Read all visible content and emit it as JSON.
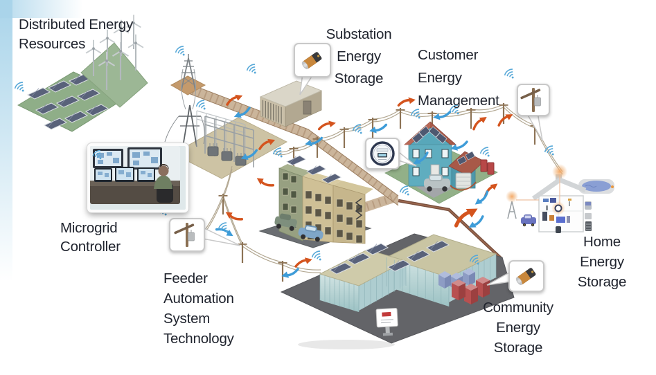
{
  "diagram": {
    "type": "smart-grid-microgrid-illustration",
    "labels": {
      "distributed_energy_resources": "Distributed Energy\nResources",
      "substation_energy_storage": "Substation\nEnergy\nStorage",
      "customer_energy_management": "Customer\nEnergy\nManagement",
      "microgrid_controller": "Microgrid\nController",
      "feeder_automation_system_technology": "Feeder\nAutomation\nSystem\nTechnology",
      "home_energy_storage": "Home\nEnergy\nStorage",
      "community_energy_storage": "Community\nEnergy\nStorage"
    },
    "callouts": {
      "substation_battery": {
        "icon": "battery-icon"
      },
      "smart_meter": {
        "icon": "smart-meter-icon"
      },
      "customer_pole": {
        "icon": "pole-transformer-icon"
      },
      "feeder_pole": {
        "icon": "pole-transformer-icon"
      },
      "community_battery": {
        "icon": "battery-icon"
      }
    },
    "colors": {
      "label_text": "#20242e",
      "power_flow_export_orange": "#d4541e",
      "power_flow_import_blue": "#3e9cd8",
      "wireless_signal_blue": "#56a8d8",
      "battery_orange": "#c8873c",
      "house_blue": "#5fadbf",
      "roof_red": "#a85948",
      "glass_building": "#bcd8d8",
      "road_tan": "#cbb59b",
      "field_green": "#8fae88",
      "lot_gray": "#636468",
      "background_gradient_top": "#a9d4ea",
      "background": "#ffffff"
    }
  }
}
